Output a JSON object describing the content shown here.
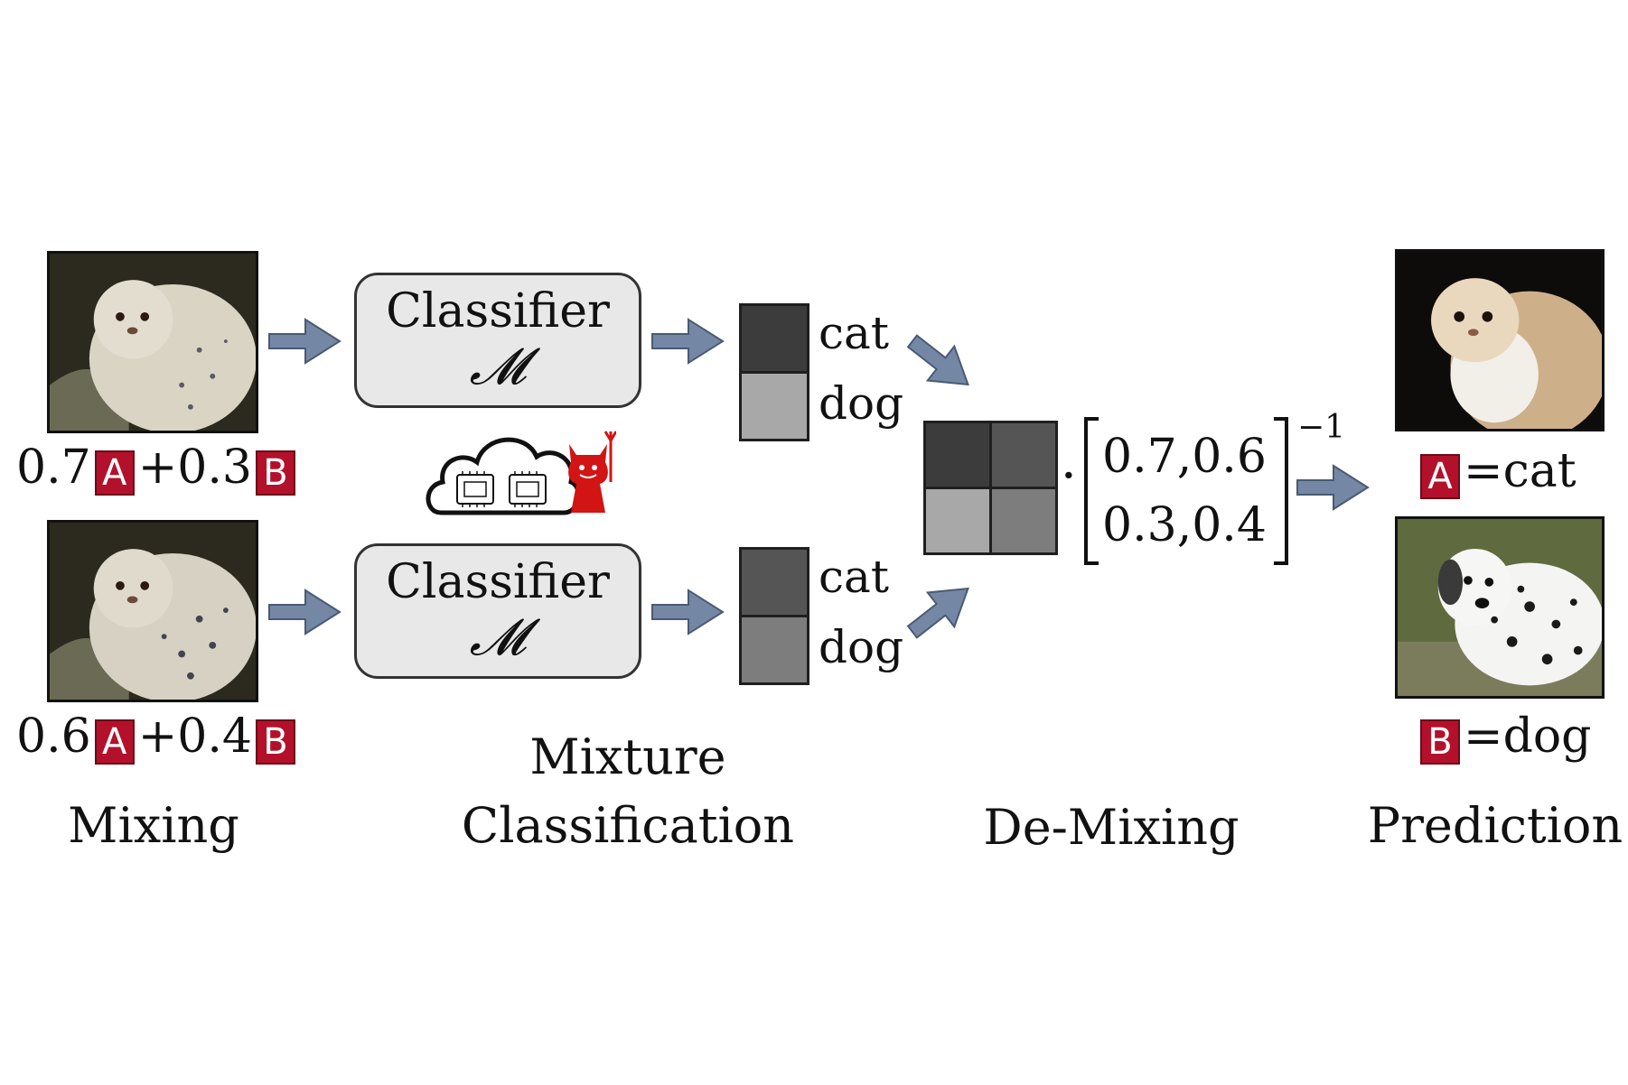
{
  "mixing": {
    "label": "Mixing",
    "rows": [
      {
        "coef_a": "0.7",
        "coef_b": "+0.3",
        "badge_a": "A",
        "badge_b": "B"
      },
      {
        "coef_a": "0.6",
        "coef_b": "+0.4",
        "badge_a": "A",
        "badge_b": "B"
      }
    ]
  },
  "classification": {
    "label_line1": "Mixture",
    "label_line2": "Classification",
    "classifier_title": "Classifier",
    "classifier_symbol": "𝓜",
    "outputs": [
      {
        "class1": "cat",
        "class2": "dog",
        "shades": [
          "#3c3c3c",
          "#a8a8a8"
        ]
      },
      {
        "class1": "cat",
        "class2": "dog",
        "shades": [
          "#555555",
          "#7d7d7d"
        ]
      }
    ]
  },
  "demixing": {
    "label": "De-Mixing",
    "matrix_shades": [
      "#3c3c3c",
      "#555555",
      "#a8a8a8",
      "#7d7d7d"
    ],
    "dot": "·",
    "row1": "0.7,0.6",
    "row2": "0.3,0.4",
    "exponent": "−1"
  },
  "prediction": {
    "label": "Prediction",
    "results": [
      {
        "badge": "A",
        "text": "=cat"
      },
      {
        "badge": "B",
        "text": "=dog"
      }
    ]
  },
  "colors": {
    "arrow": "#7488a6",
    "badge": "#b3112b",
    "box": "#e8e8e8",
    "devil": "#d21414"
  },
  "icons": [
    "cloud-gpu-icon",
    "devil-icon"
  ]
}
